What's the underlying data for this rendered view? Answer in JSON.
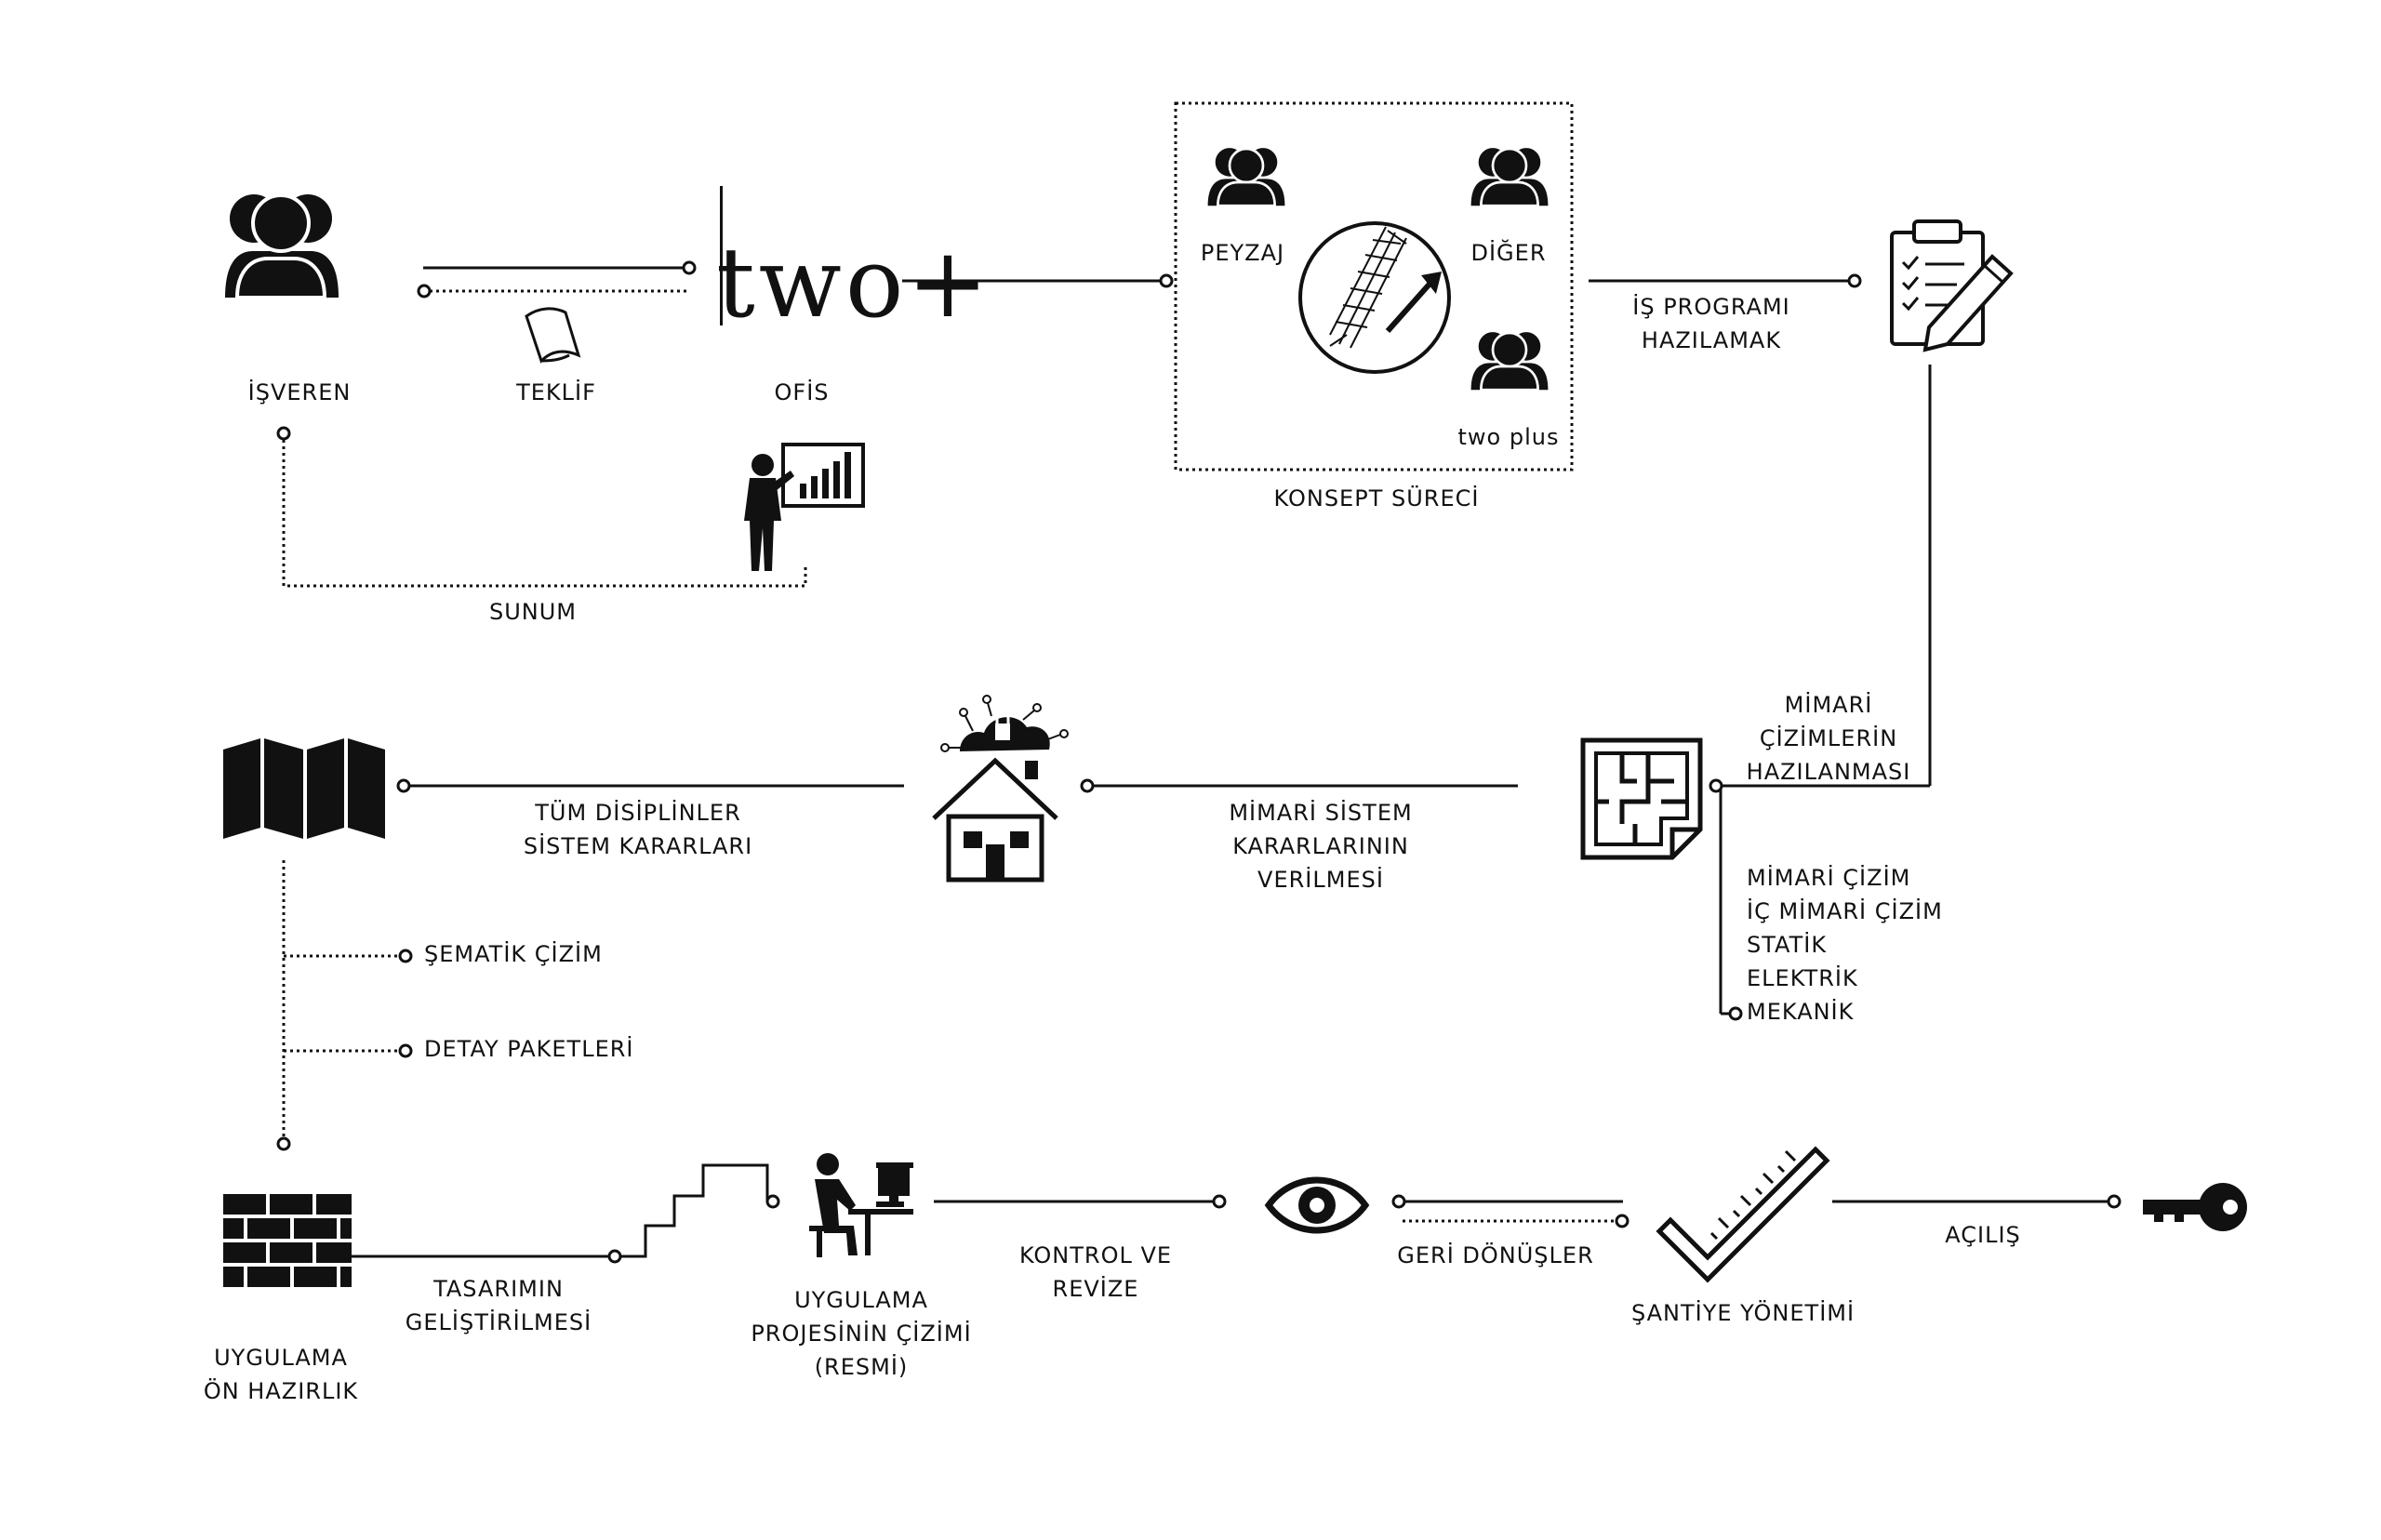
{
  "logo": {
    "brand": "two+"
  },
  "labels": {
    "isveren": "İŞVEREN",
    "teklif": "TEKLİF",
    "ofis": "OFİS",
    "sunum": "SUNUM",
    "peyzaj": "PEYZAJ",
    "diger": "DİĞER",
    "two_plus": "two plus",
    "konsept": "KONSEPT SÜRECİ",
    "is_programi_1": "İŞ PROGRAMI",
    "is_programi_2": "HAZILAMAK",
    "mimari_cizim_1": "MİMARİ",
    "mimari_cizim_2": "ÇİZİMLERİN",
    "mimari_cizim_3": "HAZILANMASI",
    "disiplin_1": "MİMARİ ÇİZİM",
    "disiplin_2": "İÇ MİMARİ ÇİZİM",
    "disiplin_3": "STATİK",
    "disiplin_4": "ELEKTRİK",
    "disiplin_5": "MEKANİK",
    "mimari_sistem_1": "MİMARİ SİSTEM",
    "mimari_sistem_2": "KARARLARININ",
    "mimari_sistem_3": "VERİLMESİ",
    "tum_disiplinler_1": "TÜM DİSİPLİNLER",
    "tum_disiplinler_2": "SİSTEM KARARLARI",
    "sematik": "ŞEMATİK ÇİZİM",
    "detay": "DETAY PAKETLERİ",
    "uygulama_on_1": "UYGULAMA",
    "uygulama_on_2": "ÖN HAZIRLIK",
    "tasarim_1": "TASARIMIN",
    "tasarim_2": "GELİŞTİRİLMESİ",
    "proje_1": "UYGULAMA",
    "proje_2": "PROJESİNİN ÇİZİMİ",
    "proje_3": "(RESMİ)",
    "kontrol_1": "KONTROL VE",
    "kontrol_2": "REVİZE",
    "geri": "GERİ DÖNÜŞLER",
    "santiye": "ŞANTİYE YÖNETİMİ",
    "acilis": "AÇILIŞ"
  },
  "icons": [
    "client-group-icon",
    "proposal-paper-icon",
    "presenter-chart-icon",
    "team-icon",
    "concept-sketch-icon",
    "clipboard-checklist-icon",
    "floor-plan-icon",
    "smart-house-cloud-icon",
    "folded-map-icon",
    "brick-wall-icon",
    "drafter-computer-icon",
    "eye-icon",
    "checkmark-ruler-icon",
    "key-icon"
  ],
  "colors": {
    "ink": "#111111",
    "background": "#ffffff"
  }
}
